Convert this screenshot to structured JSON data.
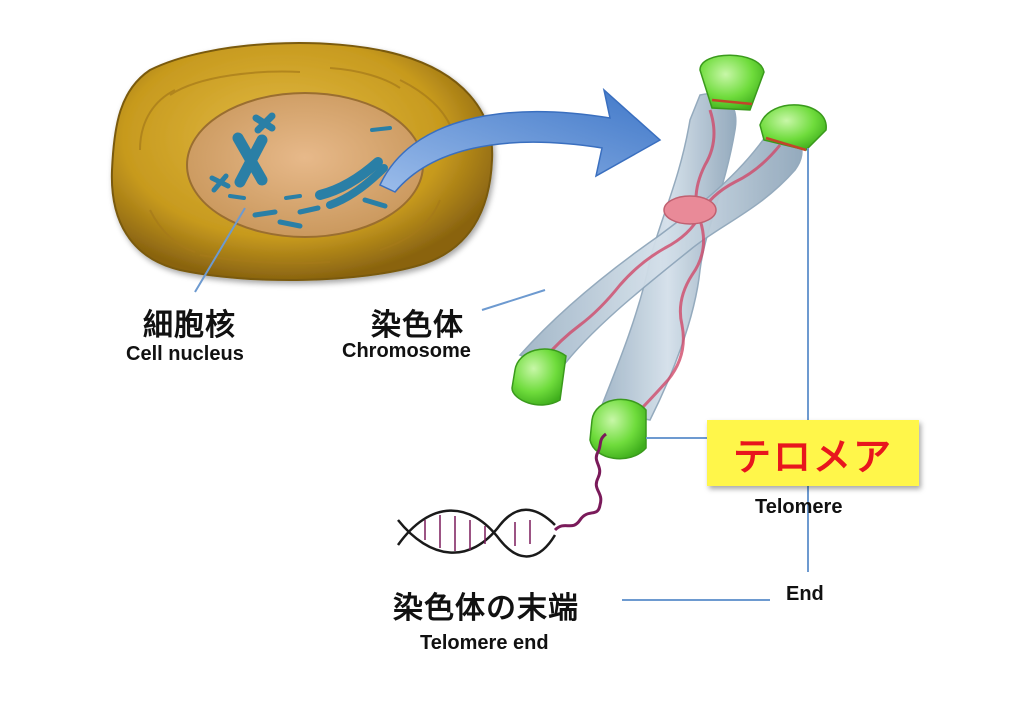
{
  "labels": {
    "cell_nucleus_jp": "細胞核",
    "cell_nucleus_en": "Cell nucleus",
    "chromosome_jp": "染色体",
    "chromosome_en": "Chromosome",
    "telomere_jp": "テロメア",
    "telomere_en": "Telomere",
    "end_en": "End",
    "telomere_end_jp": "染色体の末端",
    "telomere_end_en": "Telomere end"
  },
  "colors": {
    "nucleus_outer": "#c79a1e",
    "nucleus_inner": "#d9a66a",
    "chromatin_blue": "#2a7fa6",
    "arrow_blue": "#5b8fd6",
    "chromosome_body": "#b8c8d8",
    "dna_red": "#d04a6a",
    "cap_green": "#77e04a",
    "leader_line": "#6d9ad0",
    "telomere_box": "#fff64a",
    "telomere_text": "#e8161d",
    "dna_strand": "#7a1a5a"
  }
}
